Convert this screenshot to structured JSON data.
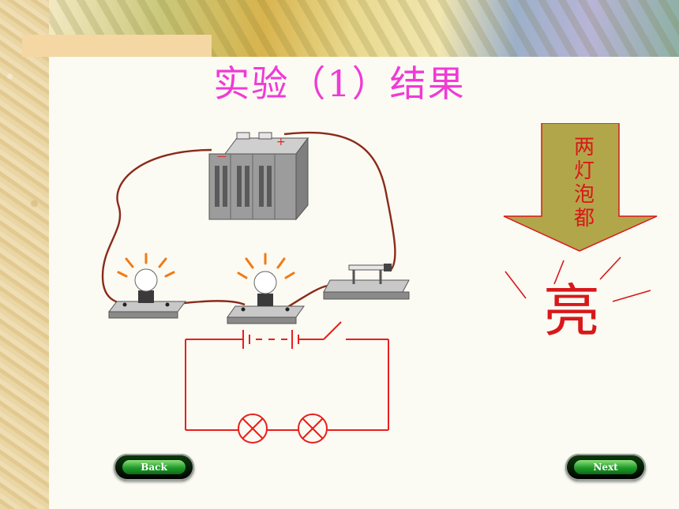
{
  "title": "实验（1）结果",
  "arrow_text": "两灯泡都",
  "result_text": "亮",
  "battery_labels": {
    "negative": "—",
    "positive": "+"
  },
  "nav": {
    "back_label": "Back",
    "next_label": "Next"
  },
  "colors": {
    "title": "#f03ad6",
    "result": "#d8181a",
    "circuit": "#e8201c",
    "wire": "#8a2b1a",
    "arrow_fill": "#b2a64a"
  }
}
